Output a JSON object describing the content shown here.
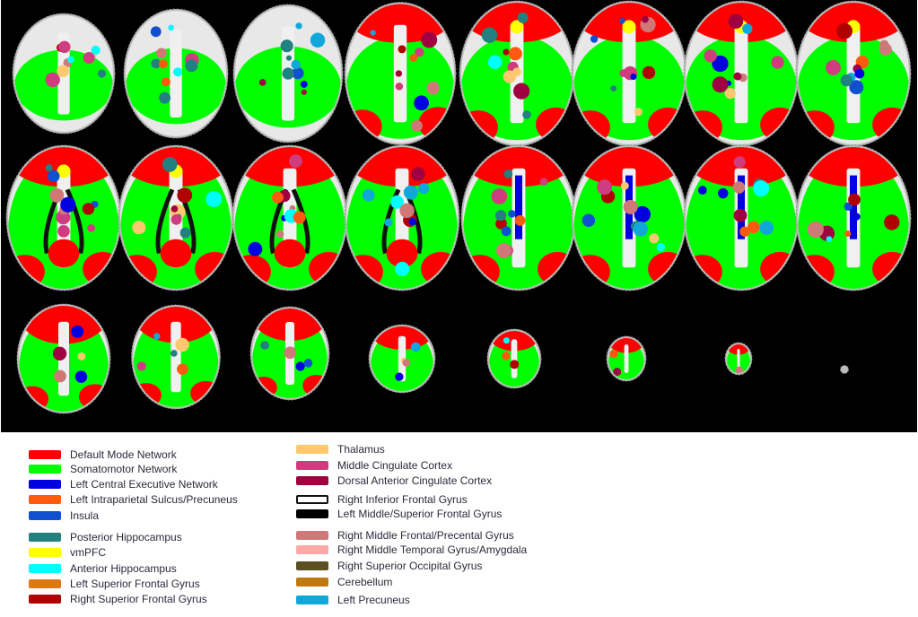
{
  "figure": {
    "description_type": "axial brain slices with colored network parcellation",
    "rows": 3,
    "slices_per_row": 8
  },
  "legend": {
    "column1": [
      {
        "label": "Default Mode Network",
        "color": "#ff0000"
      },
      {
        "label": "Somatomotor Network",
        "color": "#00ff00"
      },
      {
        "label": "Left Central Executive Network",
        "color": "#0000e0"
      },
      {
        "label": "Left Intraparietal Sulcus/Precuneus",
        "color": "#ff5a10"
      },
      {
        "label": "Insula",
        "color": "#1050d0"
      },
      {
        "label": "Posterior Hippocampus",
        "color": "#228080"
      },
      {
        "label": "vmPFC",
        "color": "#ffff00"
      },
      {
        "label": "Anterior Hippocampus",
        "color": "#00ffff"
      },
      {
        "label": "Left Superior Frontal Gyrus",
        "color": "#e07810"
      },
      {
        "label": "Right Superior Frontal Gyrus",
        "color": "#b00000"
      }
    ],
    "column2": [
      {
        "label": "Thalamus",
        "color": "#ffc870"
      },
      {
        "label": "Middle Cingulate Cortex",
        "color": "#d03c80"
      },
      {
        "label": "Dorsal Anterior Cingulate Cortex",
        "color": "#a00040"
      },
      {
        "label": "Right Inferior Frontal Gyrus",
        "color": "#ffffff"
      },
      {
        "label": "Left Middle/Superior Frontal Gyrus",
        "color": "#000000"
      },
      {
        "label": "Right Middle Frontal/Precental Gyrus",
        "color": "#d07878"
      },
      {
        "label": "Right Middle Temporal Gyrus/Amygdala",
        "color": "#ffa8a8"
      },
      {
        "label": "Right Superior Occipital Gyrus",
        "color": "#5a5020"
      },
      {
        "label": "Cerebellum",
        "color": "#c07810"
      },
      {
        "label": "Left Precuneus",
        "color": "#10a8d8"
      }
    ]
  }
}
